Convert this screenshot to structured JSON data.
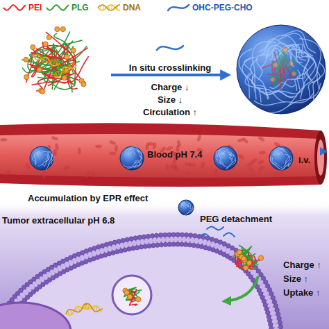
{
  "diagram": {
    "labels": [
      "In situ crosslinking",
      "Charge ↓",
      "Size ↓",
      "Circulation ↑",
      "Blood pH 7.4",
      "i.v.",
      "Accumulation by EPR effect",
      "Tumor extracellular pH 6.8",
      "PEG detachment",
      "Charge ↑",
      "Size ↑",
      "Uptake ↑"
    ],
    "legend": [
      {
        "text": "PEI"
      },
      {
        "text": "PLG"
      },
      {
        "text": "DNA"
      },
      {
        "text": "OHC-PEG-CHO"
      }
    ]
  }
}
